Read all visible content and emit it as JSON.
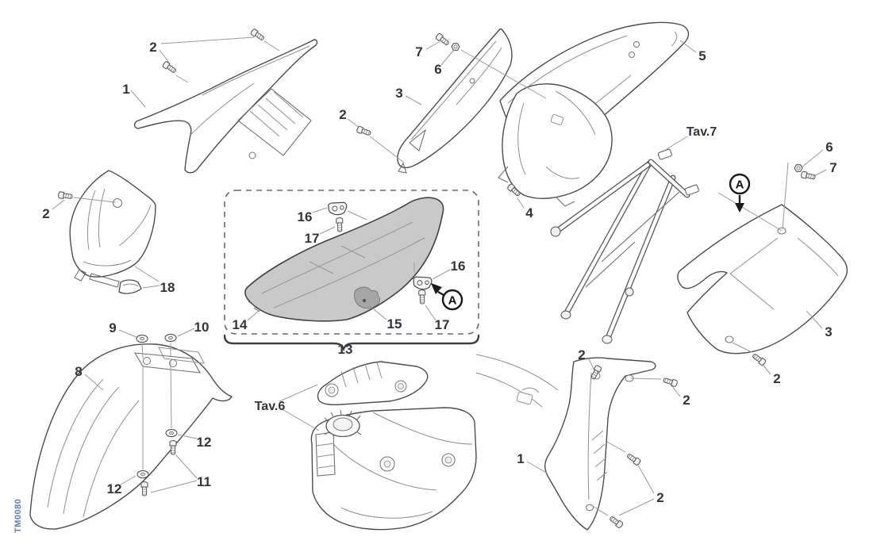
{
  "drawing_code": "TM0080",
  "detail_markers": {
    "a": "A"
  },
  "references": {
    "tav6": "Tav.6",
    "tav7": "Tav.7"
  },
  "colors": {
    "label": "#32363c",
    "leader_line": "#9a9a9a",
    "part_outline": "#4d4d4d",
    "seat_fill": "#c9c9c9",
    "seat_patch": "#a6a6a6",
    "code_text": "#5b7ec4",
    "marker": "#111111"
  },
  "callouts": [
    {
      "label": "2"
    },
    {
      "label": "1"
    },
    {
      "label": "7"
    },
    {
      "label": "6"
    },
    {
      "label": "3"
    },
    {
      "label": "2"
    },
    {
      "label": "5"
    },
    {
      "label": "6"
    },
    {
      "label": "7"
    },
    {
      "label": "2"
    },
    {
      "label": "18"
    },
    {
      "label": "16"
    },
    {
      "label": "17"
    },
    {
      "label": "16"
    },
    {
      "label": "17"
    },
    {
      "label": "15"
    },
    {
      "label": "14"
    },
    {
      "label": "13"
    },
    {
      "label": "4"
    },
    {
      "label": "3"
    },
    {
      "label": "2"
    },
    {
      "label": "9"
    },
    {
      "label": "10"
    },
    {
      "label": "8"
    },
    {
      "label": "12"
    },
    {
      "label": "12"
    },
    {
      "label": "11"
    },
    {
      "label": "2"
    },
    {
      "label": "2"
    },
    {
      "label": "1"
    },
    {
      "label": "2"
    }
  ]
}
